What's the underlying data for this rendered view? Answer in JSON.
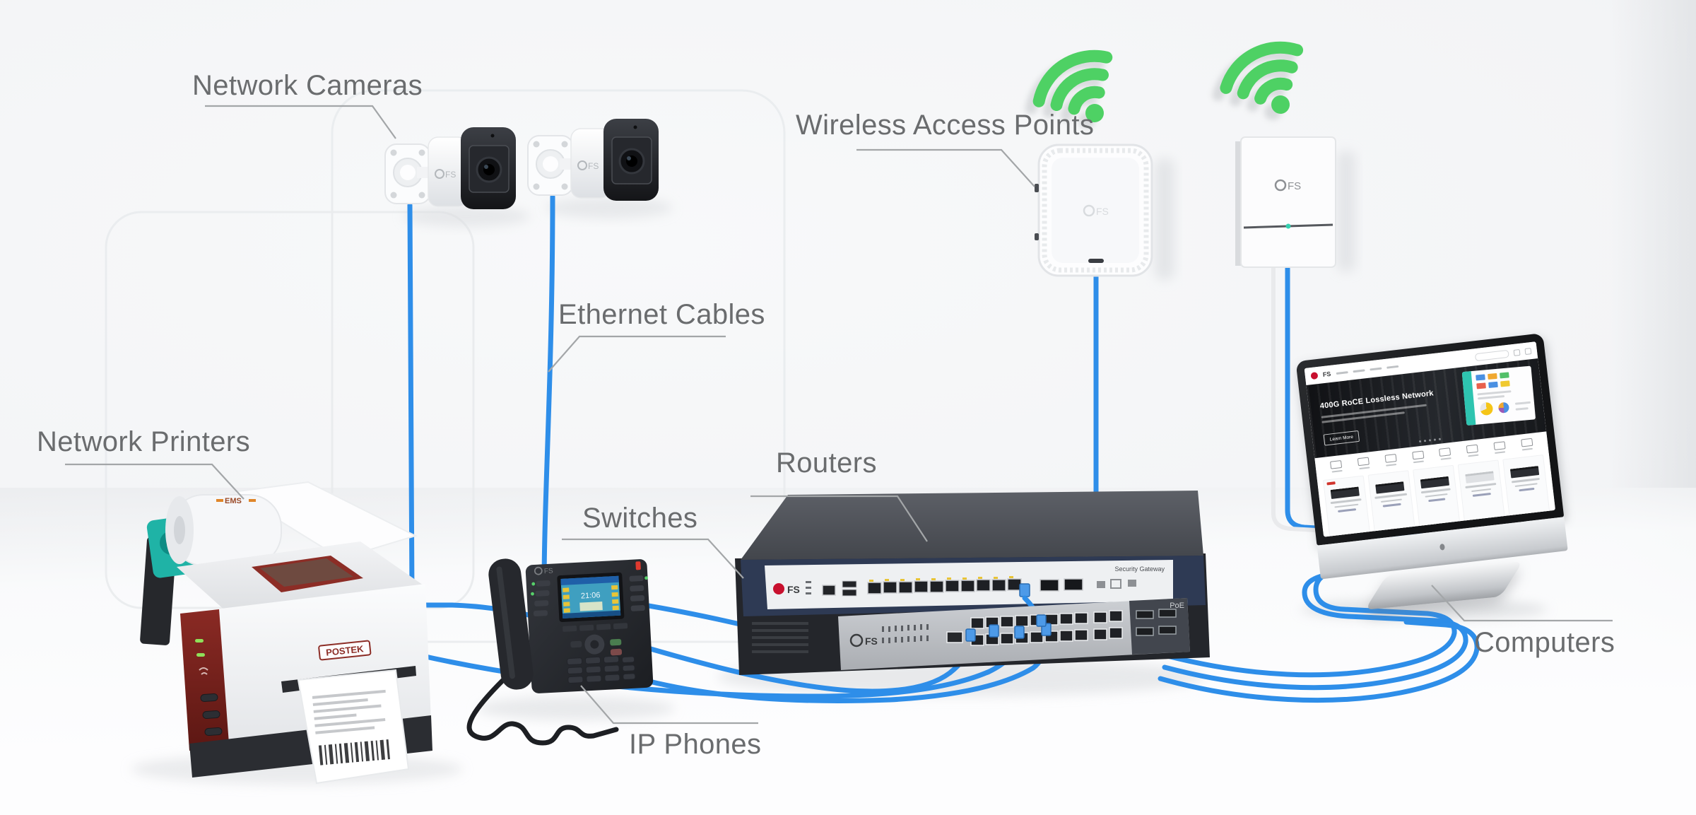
{
  "labels": {
    "network_cameras": "Network Cameras",
    "wireless_access_points": "Wireless Access Points",
    "ethernet_cables": "Ethernet Cables",
    "network_printers": "Network Printers",
    "routers": "Routers",
    "switches": "Switches",
    "ip_phones": "IP Phones",
    "computers": "Computers"
  },
  "devices": {
    "camera": {
      "brand": "FS"
    },
    "access_point": {
      "brand": "FS"
    },
    "router": {
      "brand": "FS",
      "panel_text": "Security Gateway"
    },
    "switch": {
      "brand": "FS",
      "panel_text": "PoE"
    },
    "printer": {
      "brand": "POSTEK",
      "roll_logo": "EMS"
    },
    "phone": {
      "screen_time": "21:06"
    },
    "computer_screen": {
      "brand": "FS",
      "hero_title": "400G RoCE Lossless Network",
      "hero_button": "Learn More"
    }
  },
  "icons": {
    "wifi": "wifi-signal-icon"
  },
  "colors": {
    "ethernet_cable_blue": "#2e8ee9",
    "wifi_green": "#4ed164",
    "label_text": "#6a6c6e",
    "leader_line": "#a3a6a8",
    "printer_accent": "#7e2420",
    "printer_teal": "#1fb3a6",
    "brand_red": "#c8102e"
  }
}
